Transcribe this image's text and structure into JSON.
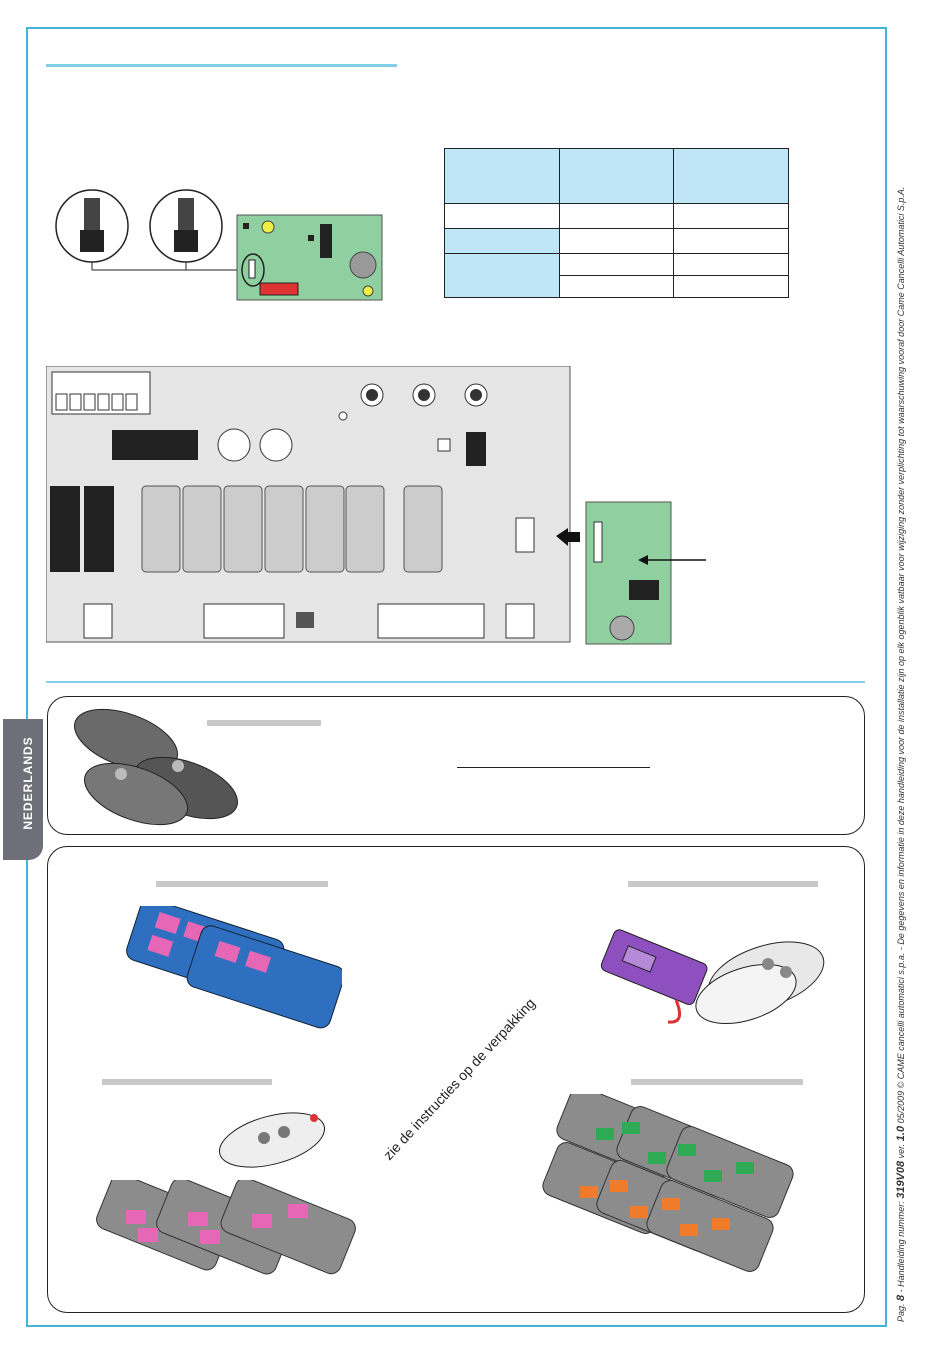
{
  "sidebar": {
    "language_tab": "NEDERLANDS"
  },
  "footer": {
    "page_label": "Pag.",
    "page_number": "8",
    "manual_prefix": " - Handleiding nummer: ",
    "manual_number": "319V08",
    "version_prefix": " ver. ",
    "version": "1.0",
    "date": " 05/2009",
    "copyright": " © CAME cancelli automatici s.p.a. - De gegevens en informatie in deze handleiding voor de installatie zijn op elk ogenblik vatbaar voor wijziging zonder verplichting tot waarschuwing vooraf door Came Cancelli Automatici S.p.A."
  },
  "remote_panel": {
    "instruction": "zie de instructies op de verpakking"
  },
  "colors": {
    "frame": "#43b3d6",
    "rule": "#7fd0e6",
    "table_header": "#bfe6f6",
    "pcb": "#8fcfa0",
    "remote_blue": "#2f6fc0",
    "button_pink": "#e667b6",
    "button_green": "#2eaa55",
    "button_orange": "#f07b2a",
    "remote_grey": "#8c8c8c",
    "remote_purple": "#8e4fbf"
  }
}
